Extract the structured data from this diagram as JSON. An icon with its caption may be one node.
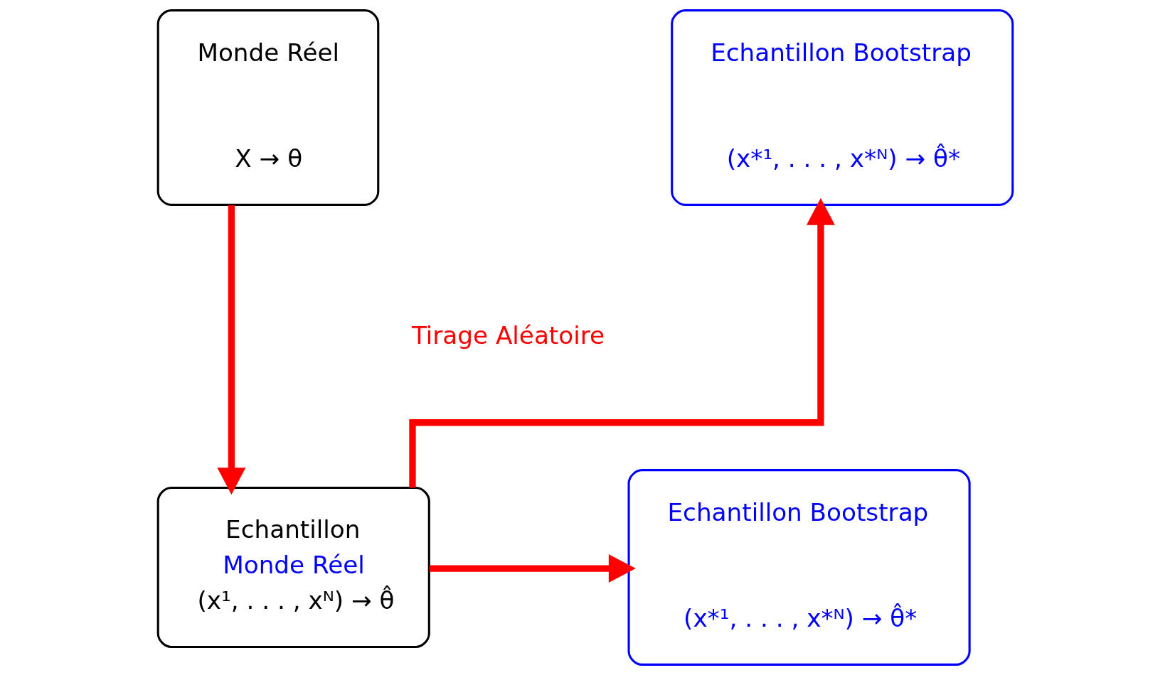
{
  "diagram": {
    "nodes": [
      {
        "text": [
          "Monde Réel",
          "X → θ"
        ]
      },
      {
        "text": [
          "Echantillon",
          "Monde Réel",
          "(x¹, . . . , xᴺ) → θ̂"
        ]
      },
      {
        "text": [
          "Echantillon Bootstrap",
          "(x*¹, . . . , x*ᴺ) → θ̂*"
        ]
      },
      {
        "text": [
          "Echantillon Bootstrap",
          "(x*¹, . . . , x*ᴺ) → θ̂*"
        ]
      }
    ],
    "edges": [
      {
        "from": 0,
        "to": 1,
        "arrow": "to"
      },
      {
        "from": 1,
        "to": 2,
        "arrow": "to"
      },
      {
        "from": 1,
        "to": 3,
        "arrow": "to"
      }
    ],
    "labels": [
      "Tirage Aléatoire"
    ]
  }
}
